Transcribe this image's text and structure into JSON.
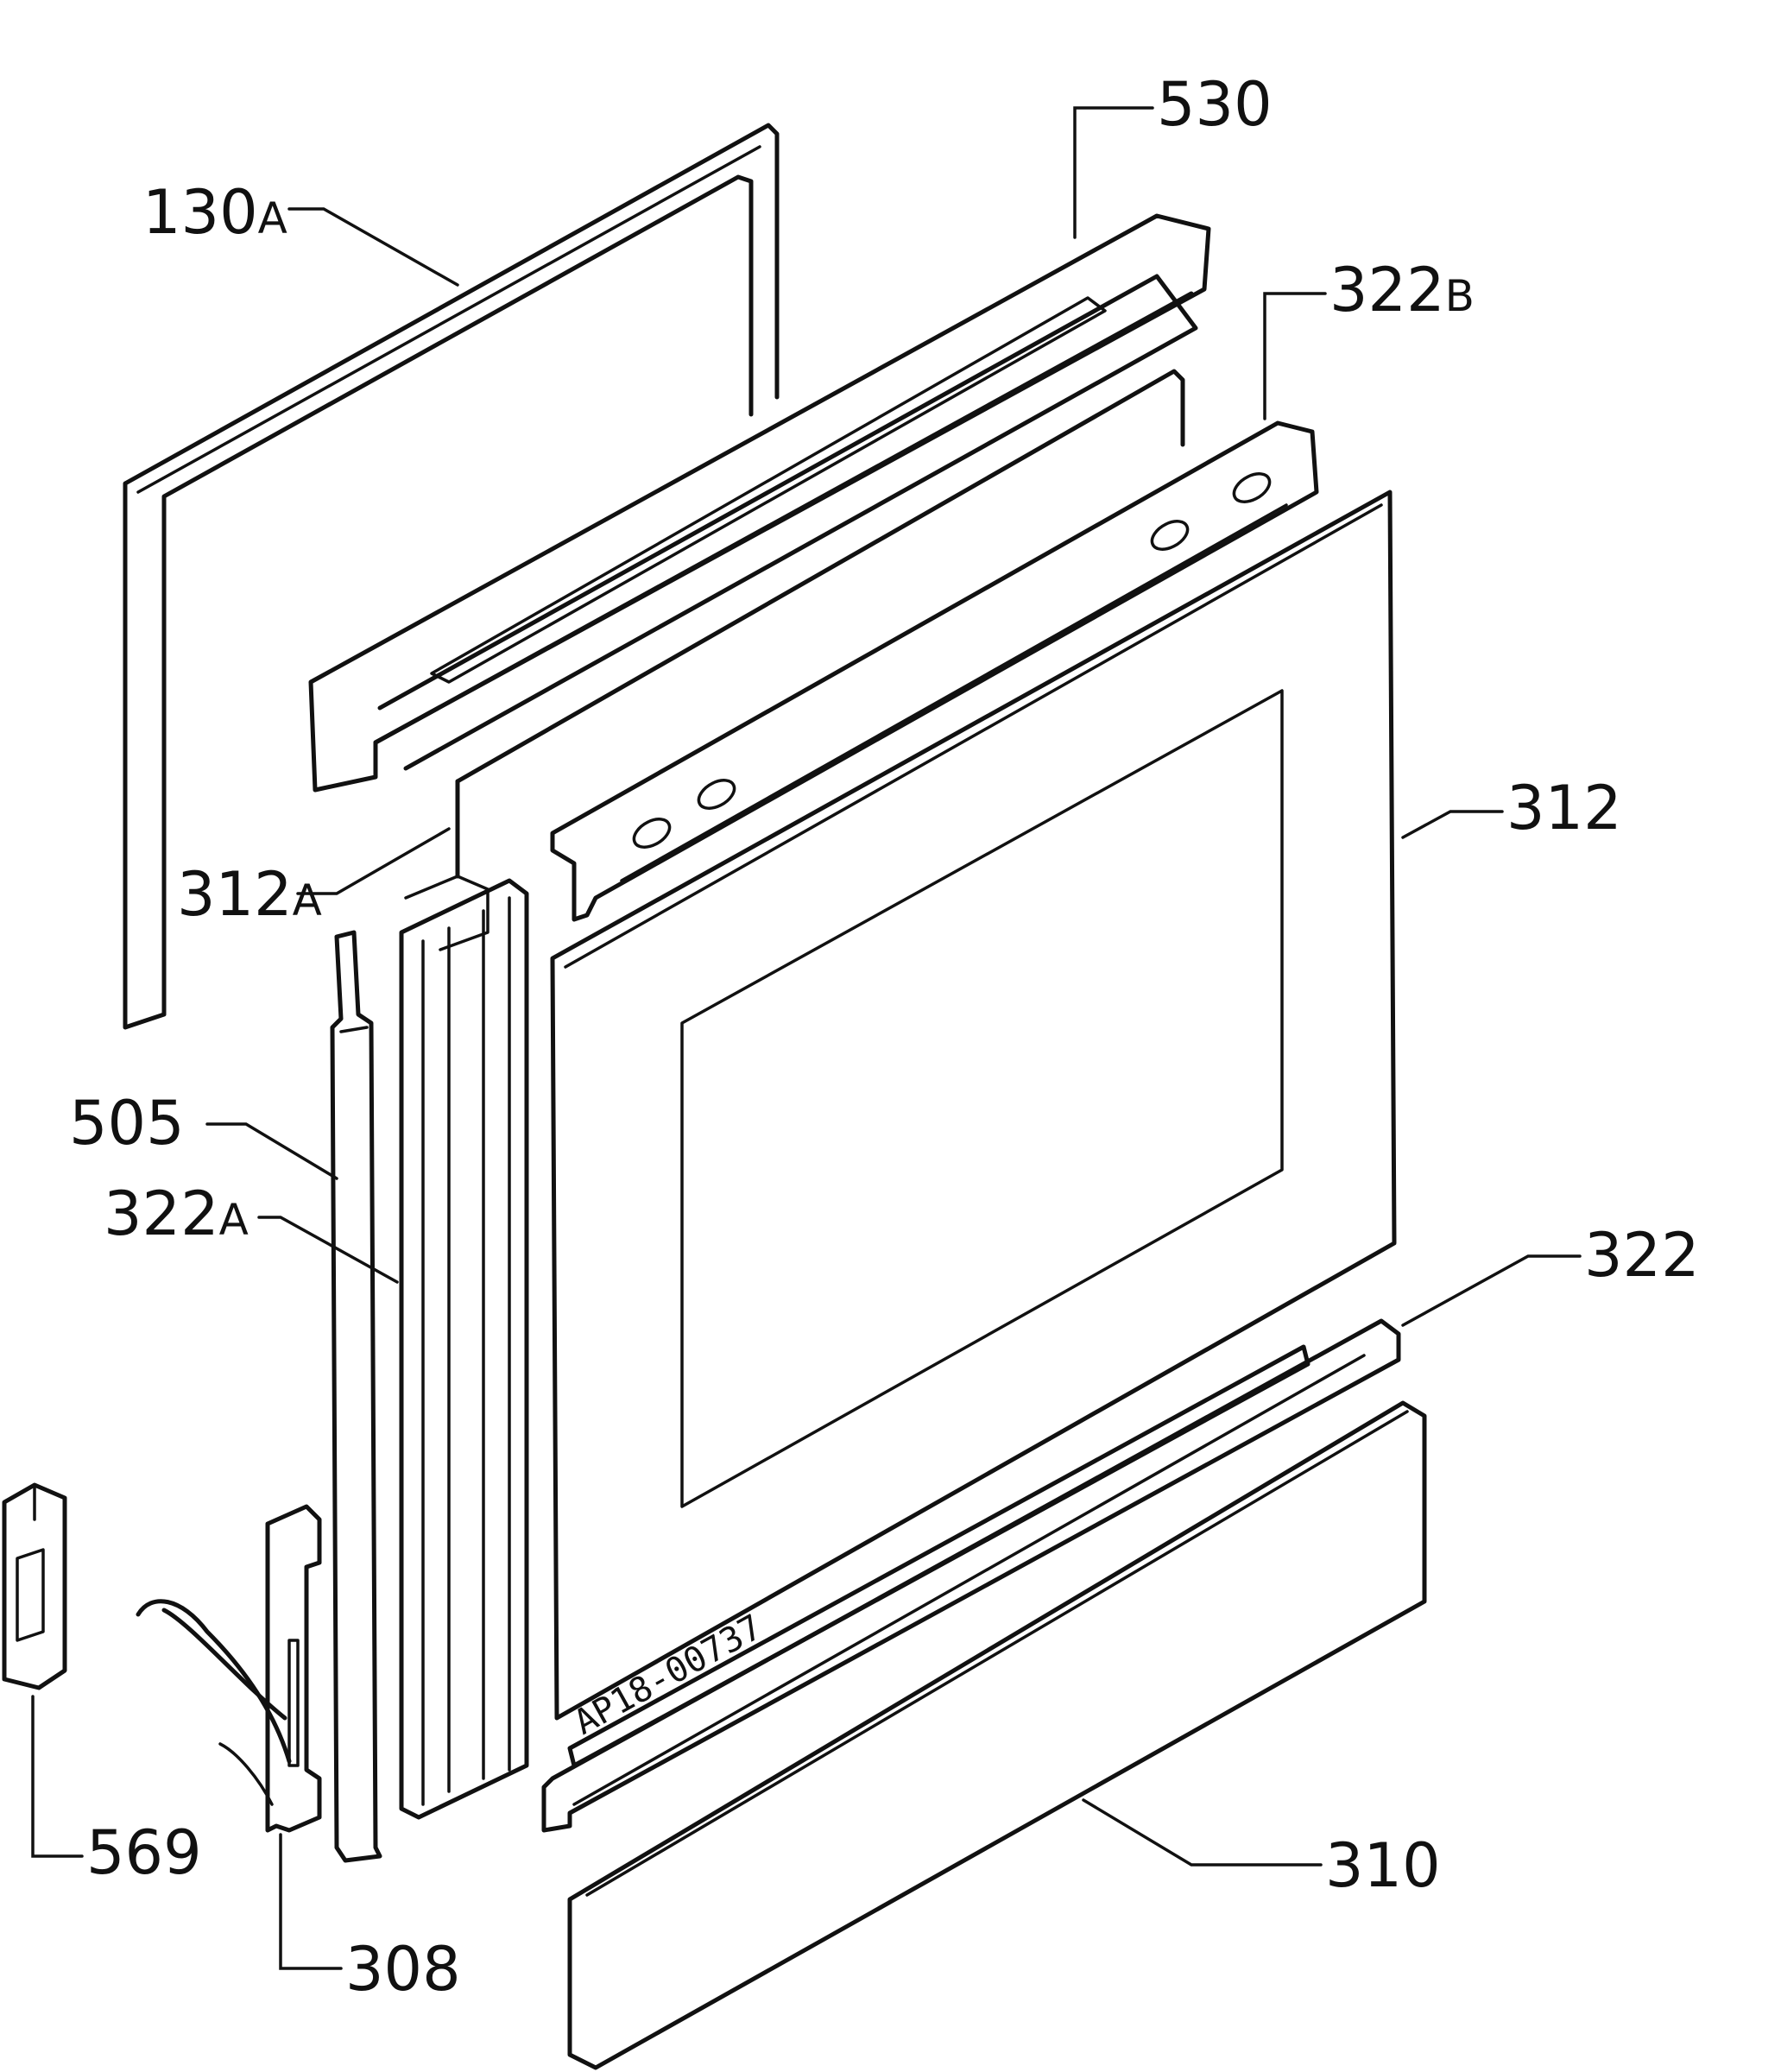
{
  "labels": [
    {
      "key": "p130a",
      "num": "130",
      "suffix": "A"
    },
    {
      "key": "p530",
      "num": "530",
      "suffix": ""
    },
    {
      "key": "p322b",
      "num": "322",
      "suffix": "B"
    },
    {
      "key": "p312",
      "num": "312",
      "suffix": ""
    },
    {
      "key": "p312a",
      "num": "312",
      "suffix": "A"
    },
    {
      "key": "p505",
      "num": "505",
      "suffix": ""
    },
    {
      "key": "p322a",
      "num": "322",
      "suffix": "A"
    },
    {
      "key": "p322",
      "num": "322",
      "suffix": ""
    },
    {
      "key": "p569",
      "num": "569",
      "suffix": ""
    },
    {
      "key": "p308",
      "num": "308",
      "suffix": ""
    },
    {
      "key": "p310",
      "num": "310",
      "suffix": ""
    }
  ],
  "stamp": "AP18-00737"
}
